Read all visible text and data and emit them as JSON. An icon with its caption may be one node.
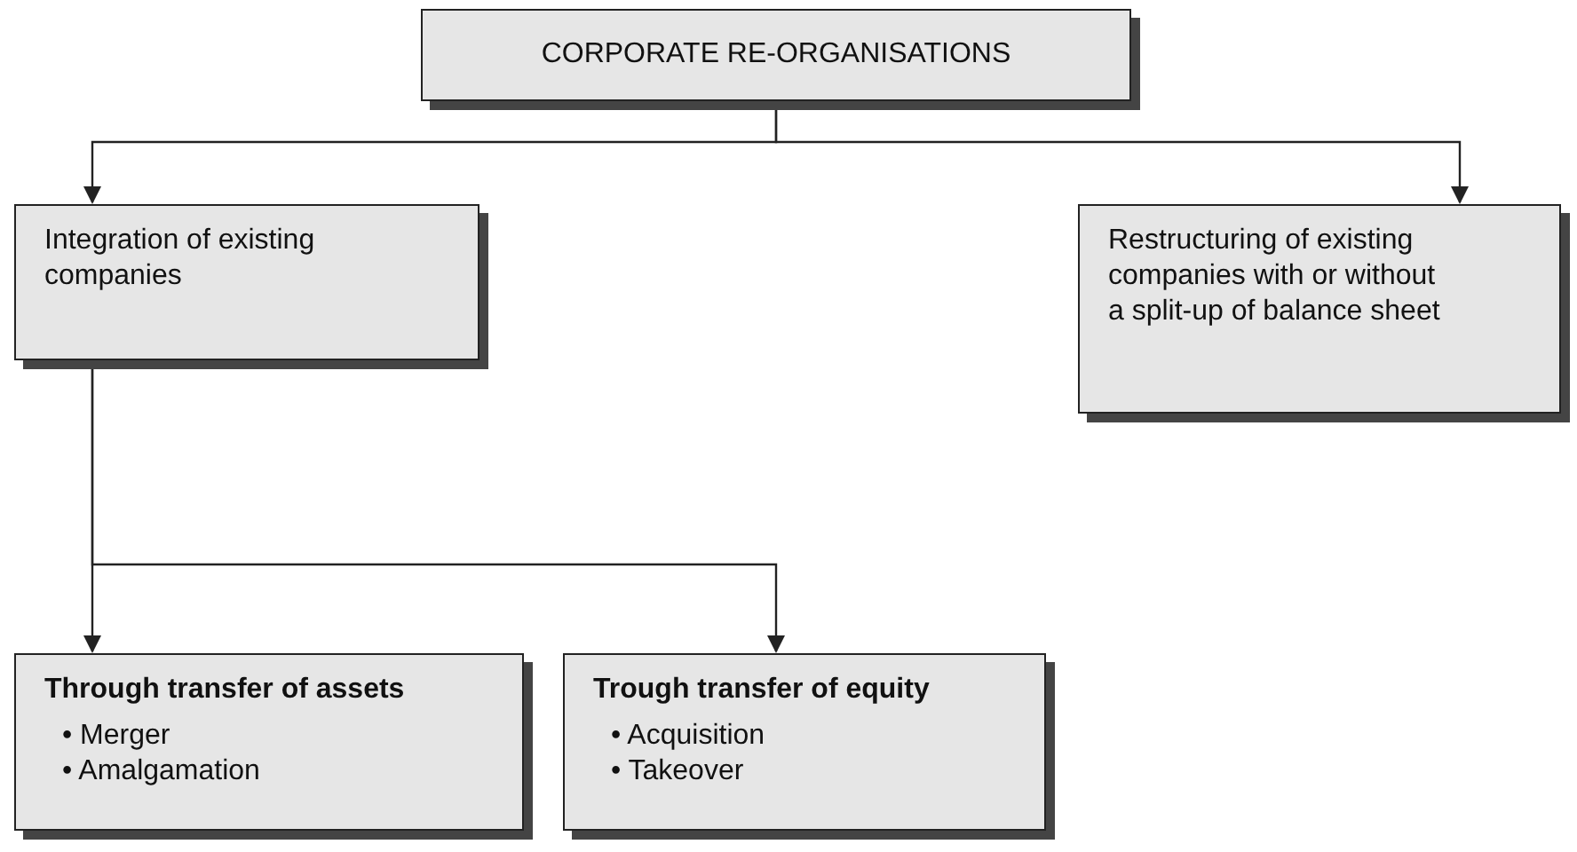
{
  "diagram": {
    "nodes": [
      {
        "text": [
          "CORPORATE RE-ORGANISATIONS"
        ]
      },
      {
        "text": [
          "Integration of existing companies"
        ]
      },
      {
        "text": [
          "Restructuring of existing companies with or without a split-up of balance sheet"
        ]
      },
      {
        "text": [
          "Through transfer of assets",
          "• Merger",
          "• Amalgamation"
        ]
      },
      {
        "text": [
          "Trough transfer of equity",
          "• Acquisition",
          "• Takeover"
        ]
      }
    ],
    "edges": [
      {
        "from": 0,
        "to": 1,
        "arrow": "to"
      },
      {
        "from": 0,
        "to": 2,
        "arrow": "to"
      },
      {
        "from": 1,
        "to": 3,
        "arrow": "to"
      },
      {
        "from": 1,
        "to": 4,
        "arrow": "to"
      }
    ]
  }
}
